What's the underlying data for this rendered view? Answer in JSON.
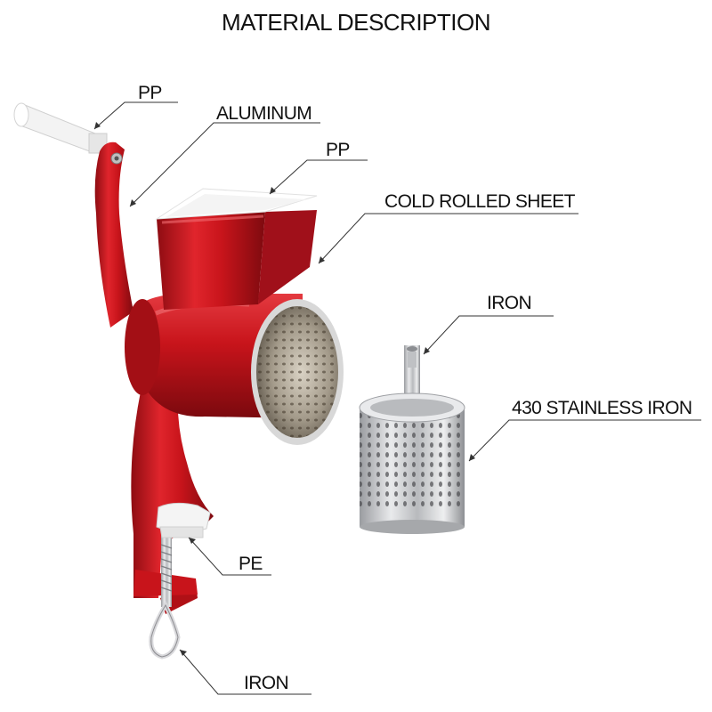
{
  "title": "MATERIAL DESCRIPTION",
  "callouts": [
    {
      "text": "PP"
    },
    {
      "text": "ALUMINUM"
    },
    {
      "text": "PP"
    },
    {
      "text": "COLD ROLLED SHEET"
    },
    {
      "text": "IRON"
    },
    {
      "text": "430 STAINLESS IRON"
    },
    {
      "text": "PE"
    },
    {
      "text": "IRON"
    }
  ],
  "colors": {
    "body_red": "#c8141b",
    "highlight_red": "#e8343a",
    "steel": "#c9c9cc",
    "white_plastic": "#f2f2f2"
  }
}
